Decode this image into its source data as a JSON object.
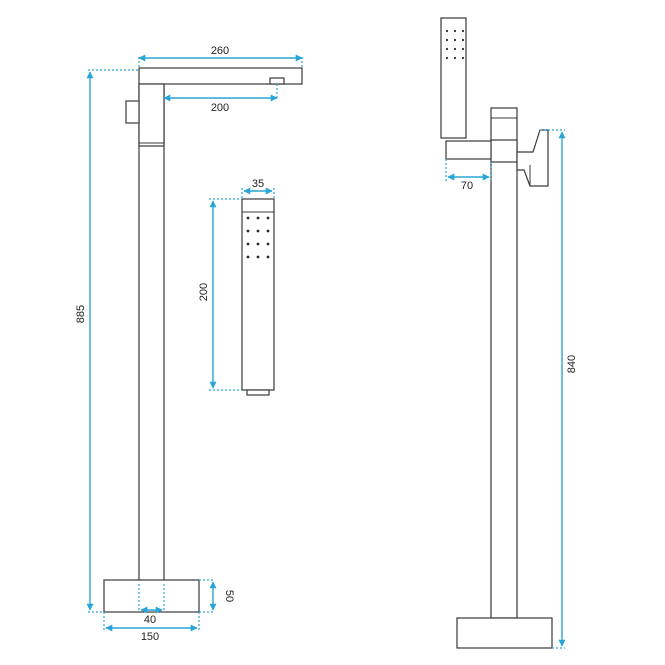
{
  "colors": {
    "dimension_line": "#2aa6d6",
    "outline": "#3a3a3a"
  },
  "dimensions": {
    "spout_length": "260",
    "spout_reach": "200",
    "handshower_width": "35",
    "handshower_length": "200",
    "overall_height": "885",
    "base_height": "50",
    "pipe_width": "40",
    "base_width": "150",
    "handshower_holder_width": "70",
    "side_height": "840"
  }
}
